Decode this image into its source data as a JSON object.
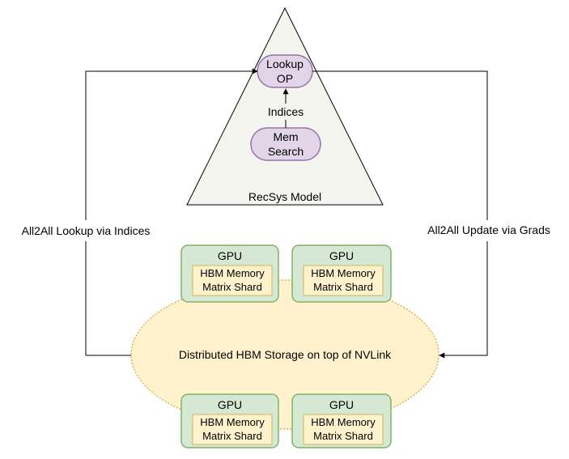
{
  "model": {
    "title": "RecSys Model",
    "lookup_op": {
      "line1": "Lookup",
      "line2": "OP"
    },
    "indices_label": "Indices",
    "mem_search": {
      "line1": "Mem",
      "line2": "Search"
    }
  },
  "left_edge_label": "All2All Lookup via Indices",
  "right_edge_label": "All2All Update via Grads",
  "storage_label": "Distributed HBM Storage on top of NVLink",
  "gpus": [
    {
      "title": "GPU",
      "memory_line1": "HBM Memory",
      "memory_line2": "Matrix Shard"
    },
    {
      "title": "GPU",
      "memory_line1": "HBM Memory",
      "memory_line2": "Matrix Shard"
    },
    {
      "title": "GPU",
      "memory_line1": "HBM Memory",
      "memory_line2": "Matrix Shard"
    },
    {
      "title": "GPU",
      "memory_line1": "HBM Memory",
      "memory_line2": "Matrix Shard"
    }
  ],
  "colors": {
    "triangle_fill": "#f5f5f0",
    "op_fill": "#e1d5e7",
    "op_stroke": "#9673a6",
    "storage_fill": "#fff2cc",
    "storage_stroke": "#d6b656",
    "gpu_fill": "#d5e8d4",
    "gpu_stroke": "#82b366"
  }
}
